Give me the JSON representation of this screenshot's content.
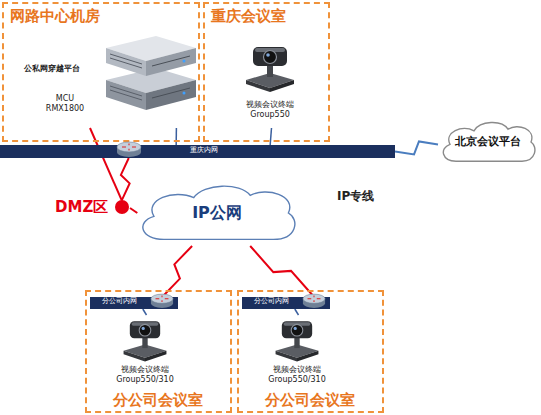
{
  "diagram": {
    "nodes": [
      {
        "text": [
          "网路中心机房"
        ]
      },
      {
        "text": [
          "公私网穿越平台",
          "MCU RMX1800"
        ],
        "in": 0
      },
      {
        "text": [
          "重庆会议室"
        ]
      },
      {
        "text": [
          "视频会议终端 Group550"
        ],
        "in": 2
      },
      {
        "text": [
          "重庆内网"
        ]
      },
      {
        "text": [
          "北京会议平台"
        ]
      },
      {
        "text": [
          "DMZ区"
        ]
      },
      {
        "text": [
          "IP公网"
        ]
      },
      {
        "text": [
          "分公司会议室"
        ]
      },
      {
        "text": [
          "分公司内网"
        ],
        "in": 8
      },
      {
        "text": [
          "视频会议终端 Group550/310"
        ],
        "in": 8
      },
      {
        "text": [
          "分公司会议室"
        ]
      },
      {
        "text": [
          "分公司内网"
        ],
        "in": 11
      },
      {
        "text": [
          "视频会议终端 Group550/310"
        ],
        "in": 11
      }
    ],
    "edges": [
      {
        "from": 1,
        "to": 4,
        "arrow": "none"
      },
      {
        "from": 3,
        "to": 4,
        "arrow": "none"
      },
      {
        "from": 4,
        "to": 5,
        "arrow": "none",
        "label": "IP专线"
      },
      {
        "from": 1,
        "to": 6,
        "arrow": "none"
      },
      {
        "from": 4,
        "to": 6,
        "arrow": "none"
      },
      {
        "from": 6,
        "to": 7,
        "arrow": "none"
      },
      {
        "from": 7,
        "to": 9,
        "arrow": "none"
      },
      {
        "from": 7,
        "to": 12,
        "arrow": "none"
      },
      {
        "from": 10,
        "to": 9,
        "arrow": "none"
      },
      {
        "from": 13,
        "to": 12,
        "arrow": "none"
      }
    ]
  }
}
